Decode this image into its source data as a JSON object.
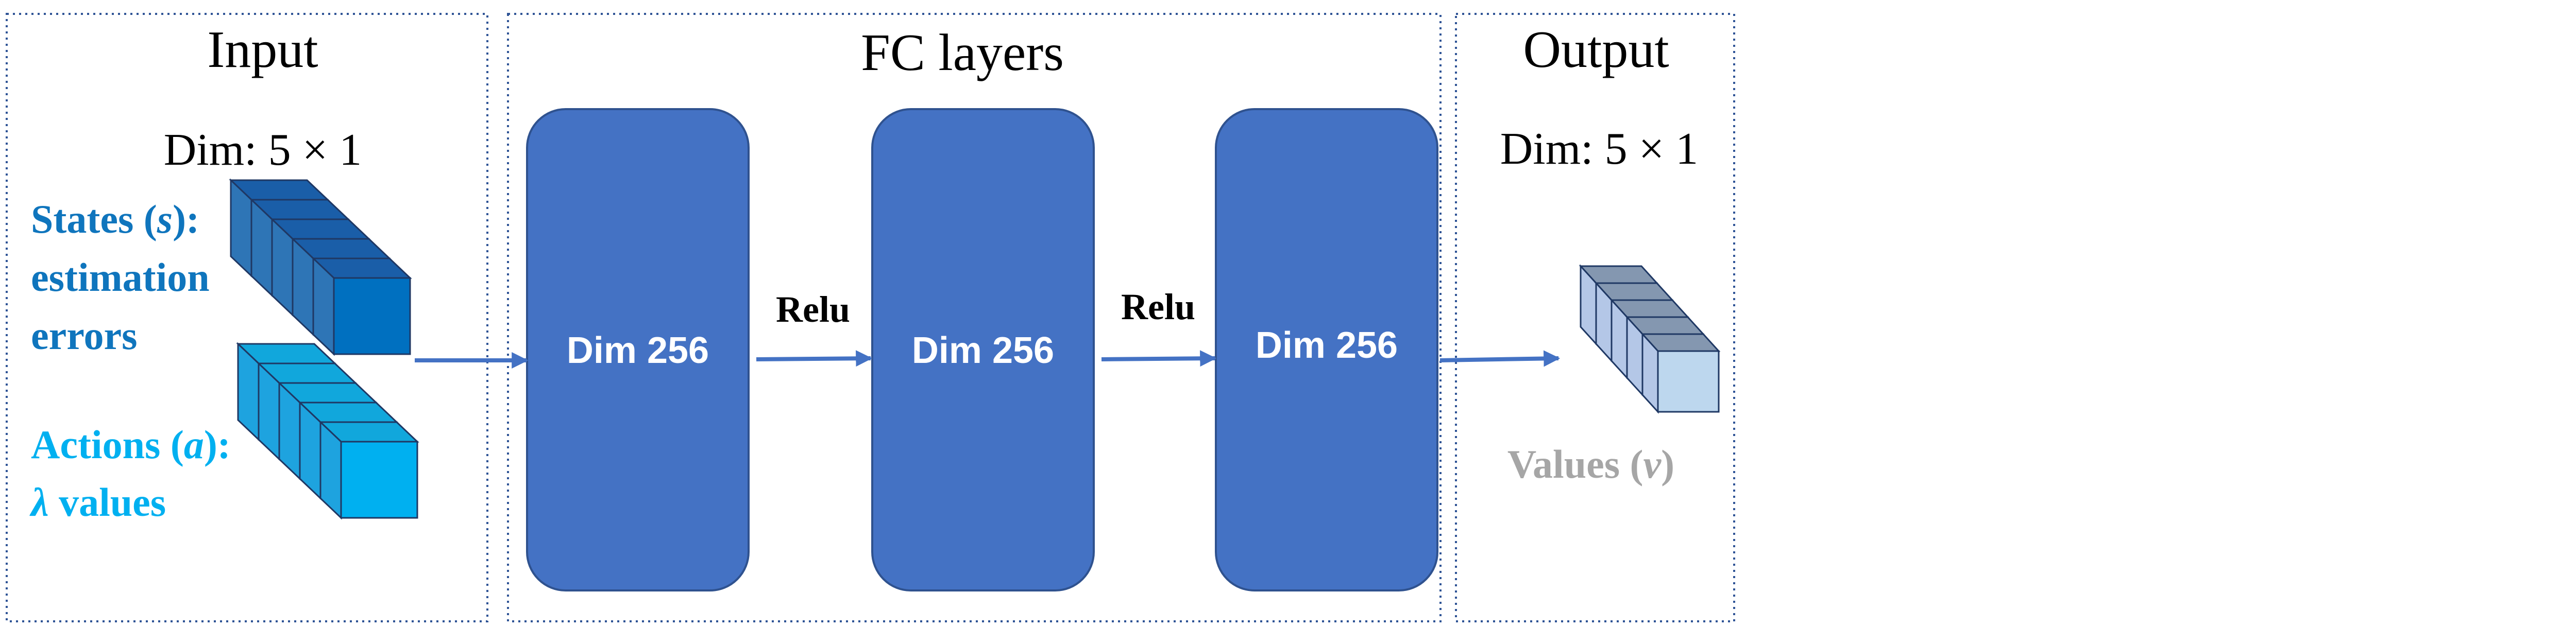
{
  "input": {
    "title": "Input",
    "dim_label": "Dim: 5 × 1",
    "states_line1": "States (",
    "states_var": "s",
    "states_line1_end": "):",
    "states_line2": "estimation",
    "states_line3": "errors",
    "actions_line1": "Actions (",
    "actions_var": "a",
    "actions_line1_end": "):",
    "actions_lambda": "λ",
    "actions_line2": " values"
  },
  "fc": {
    "title": "FC layers",
    "layers": [
      "Dim 256",
      "Dim 256",
      "Dim 256"
    ],
    "activations": [
      "Relu",
      "Relu"
    ]
  },
  "output": {
    "title": "Output",
    "dim_label": "Dim: 5 × 1",
    "values_prefix": "Values (",
    "values_var": "v",
    "values_suffix": ")"
  },
  "colors": {
    "frame": "#2f5496",
    "layer_fill": "#4472c4",
    "layer_stroke": "#2f528f",
    "arrow": "#4472c4",
    "states_text": "#0f75bd",
    "actions_text": "#00b0f0",
    "values_text": "#a6a6a6",
    "states_front": "#0070c0",
    "states_top": "#1a5ea8",
    "states_side": "#2e75b6",
    "actions_front": "#00b0f0",
    "actions_top": "#11a7dc",
    "actions_side": "#1ea3df",
    "output_front": "#bdd7ee",
    "output_top": "#8497b0",
    "output_side": "#b4c7e7"
  },
  "icons": {
    "states_tensor": "cube-stack-icon",
    "actions_tensor": "cube-stack-icon",
    "output_tensor": "cube-stack-icon"
  }
}
